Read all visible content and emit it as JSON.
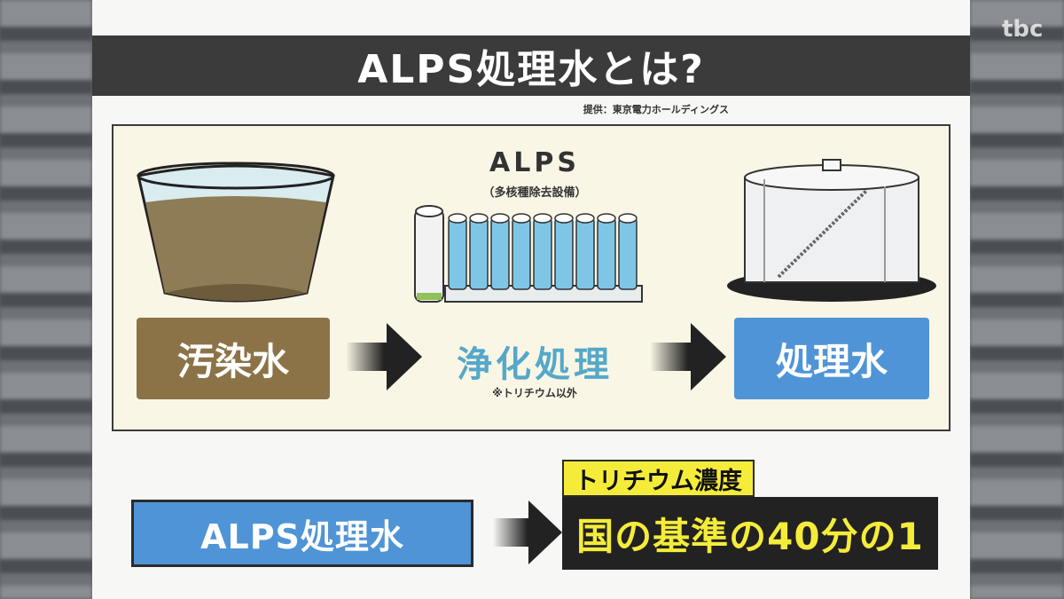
{
  "broadcaster_logo": "tbc",
  "title": "ALPS処理水とは?",
  "credit": "提供：東京電力ホールディングス",
  "alps": {
    "name": "ALPS",
    "subtitle": "（多核種除去設備）"
  },
  "flow": {
    "source_label": "汚染水",
    "process_label": "浄化処理",
    "process_note": "※トリチウム以外",
    "result_label": "処理水"
  },
  "summary": {
    "subject": "ALPS処理水",
    "tag": "トリチウム濃度",
    "result": "国の基準の40分の1"
  },
  "colors": {
    "title_bar": "#3b3b3b",
    "contaminated": "#8c7347",
    "treated": "#4f94d6",
    "purify_text": "#55a8c8",
    "highlight_yellow": "#f5ec3a"
  },
  "icons": [
    "water-basin-icon",
    "alps-equipment-icon",
    "storage-tank-icon",
    "arrow-right-icon"
  ]
}
